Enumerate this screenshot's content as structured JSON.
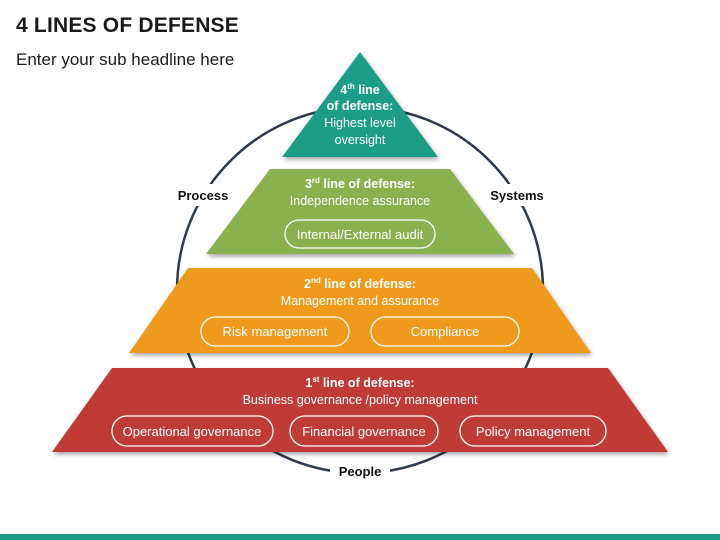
{
  "title": "4 LINES OF DEFENSE",
  "subtitle": "Enter your sub headline here",
  "colors": {
    "level4": "#1e9e86",
    "level3": "#8bb150",
    "level2": "#ee9a1f",
    "level1": "#bf3a35",
    "circle": "#2f3b4a",
    "bottom_bar": "#1e9e86"
  },
  "circle_labels": {
    "left": "Process",
    "right": "Systems",
    "bottom": "People"
  },
  "levels": {
    "fourth": {
      "num": "4",
      "sup": "th",
      "heading_a": " line",
      "heading_b": "of defense:",
      "desc_a": "Highest level",
      "desc_b": "oversight"
    },
    "third": {
      "num": "3",
      "sup": "rd",
      "heading": " line of defense:",
      "desc": "Independence assurance",
      "pills": [
        "Internal/External audit"
      ]
    },
    "second": {
      "num": "2",
      "sup": "nd",
      "heading": " line of defense:",
      "desc": "Management and assurance",
      "pills": [
        "Risk management",
        "Compliance"
      ]
    },
    "first": {
      "num": "1",
      "sup": "st",
      "heading": " line of defense:",
      "desc": "Business governance /policy management",
      "pills": [
        "Operational governance",
        "Financial governance",
        "Policy management"
      ]
    }
  }
}
